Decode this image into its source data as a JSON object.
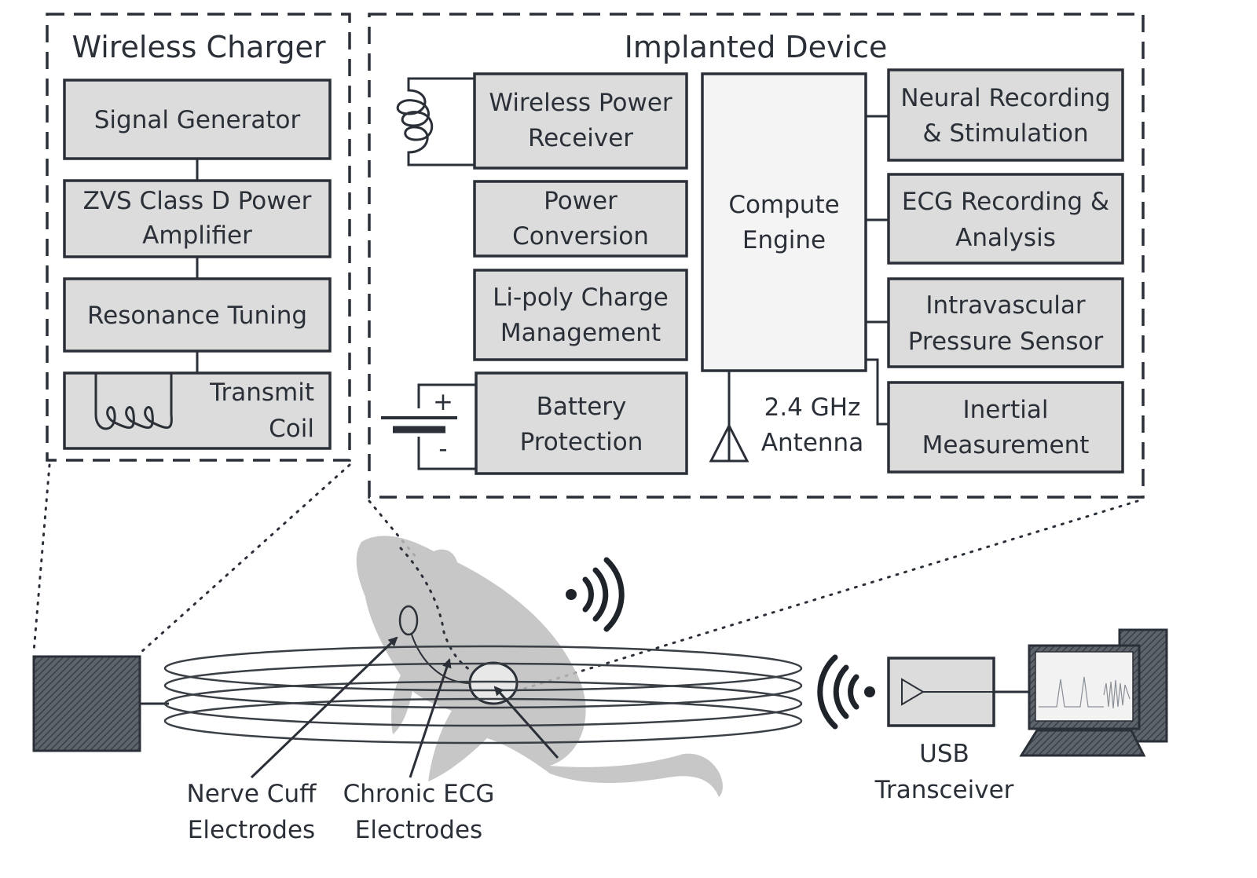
{
  "charger": {
    "title": "Wireless Charger",
    "signal_generator": "Signal Generator",
    "amplifier": [
      "ZVS Class D Power",
      "Amplifier"
    ],
    "resonance": "Resonance Tuning",
    "coil": [
      "Transmit",
      "Coil"
    ]
  },
  "implant": {
    "title": "Implanted Device",
    "power_receiver": [
      "Wireless Power",
      "Receiver"
    ],
    "power_conversion": [
      "Power",
      "Conversion"
    ],
    "charge_mgmt": [
      "Li-poly Charge",
      "Management"
    ],
    "battery_protection": [
      "Battery",
      "Protection"
    ],
    "compute_engine": [
      "Compute",
      "Engine"
    ],
    "neural": [
      "Neural Recording",
      "& Stimulation"
    ],
    "ecg": [
      "ECG Recording &",
      "Analysis"
    ],
    "pressure": [
      "Intravascular",
      "Pressure Sensor"
    ],
    "inertial": [
      "Inertial",
      "Measurement"
    ],
    "antenna": [
      "2.4 GHz",
      "Antenna"
    ],
    "battery_plus": "+",
    "battery_minus": "-"
  },
  "scene": {
    "nerve_cuff": [
      "Nerve Cuff",
      "Electrodes"
    ],
    "ecg_electrodes": [
      "Chronic ECG",
      "Electrodes"
    ],
    "usb": [
      "USB",
      "Transceiver"
    ]
  }
}
